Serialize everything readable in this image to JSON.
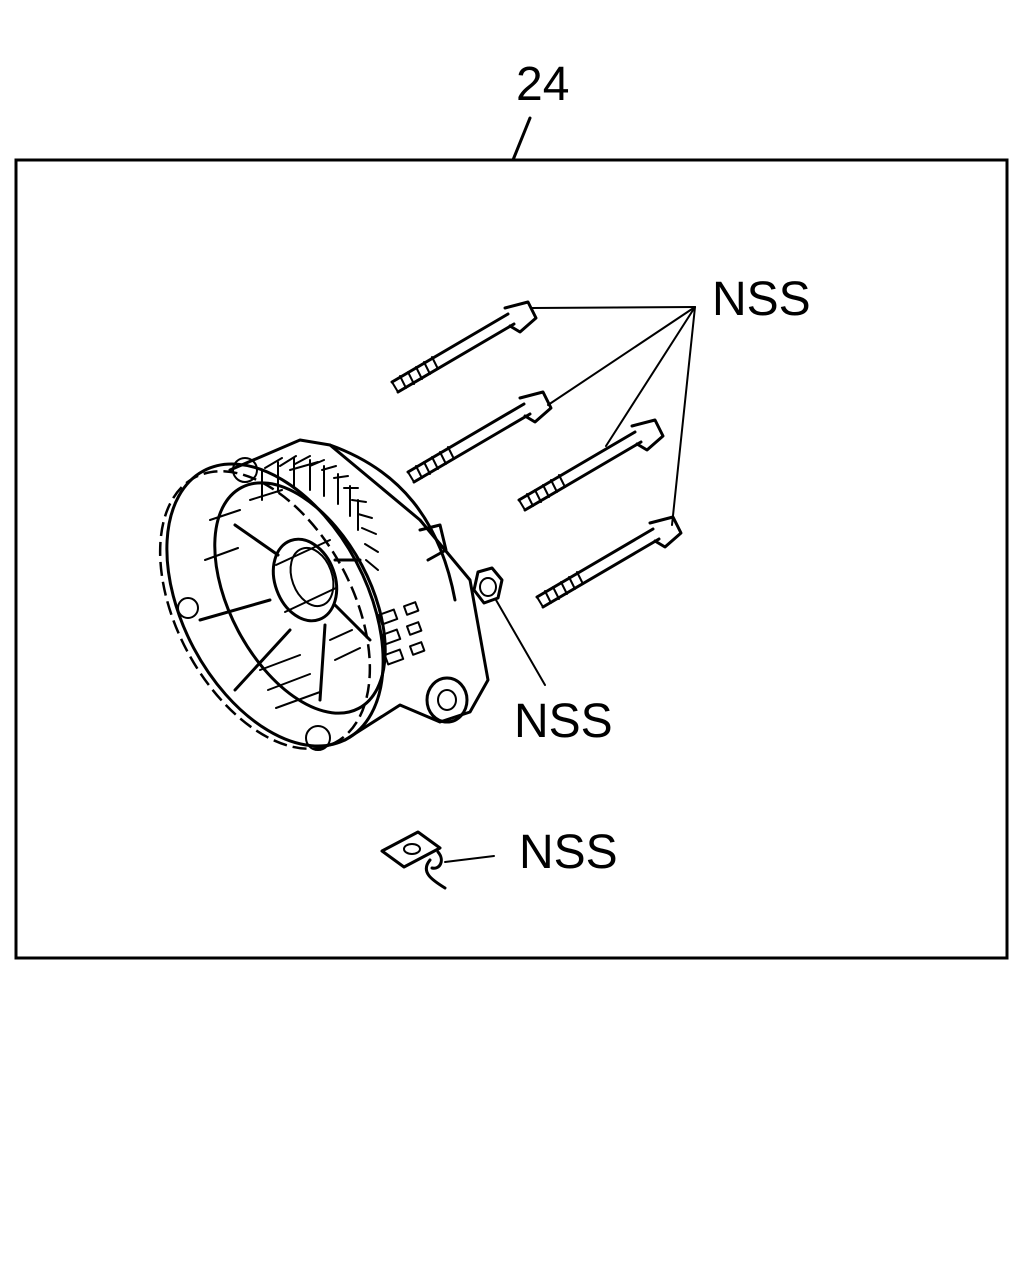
{
  "diagram": {
    "callout_number": "24",
    "labels": {
      "bolts": "NSS",
      "nut": "NSS",
      "bracket": "NSS"
    }
  }
}
